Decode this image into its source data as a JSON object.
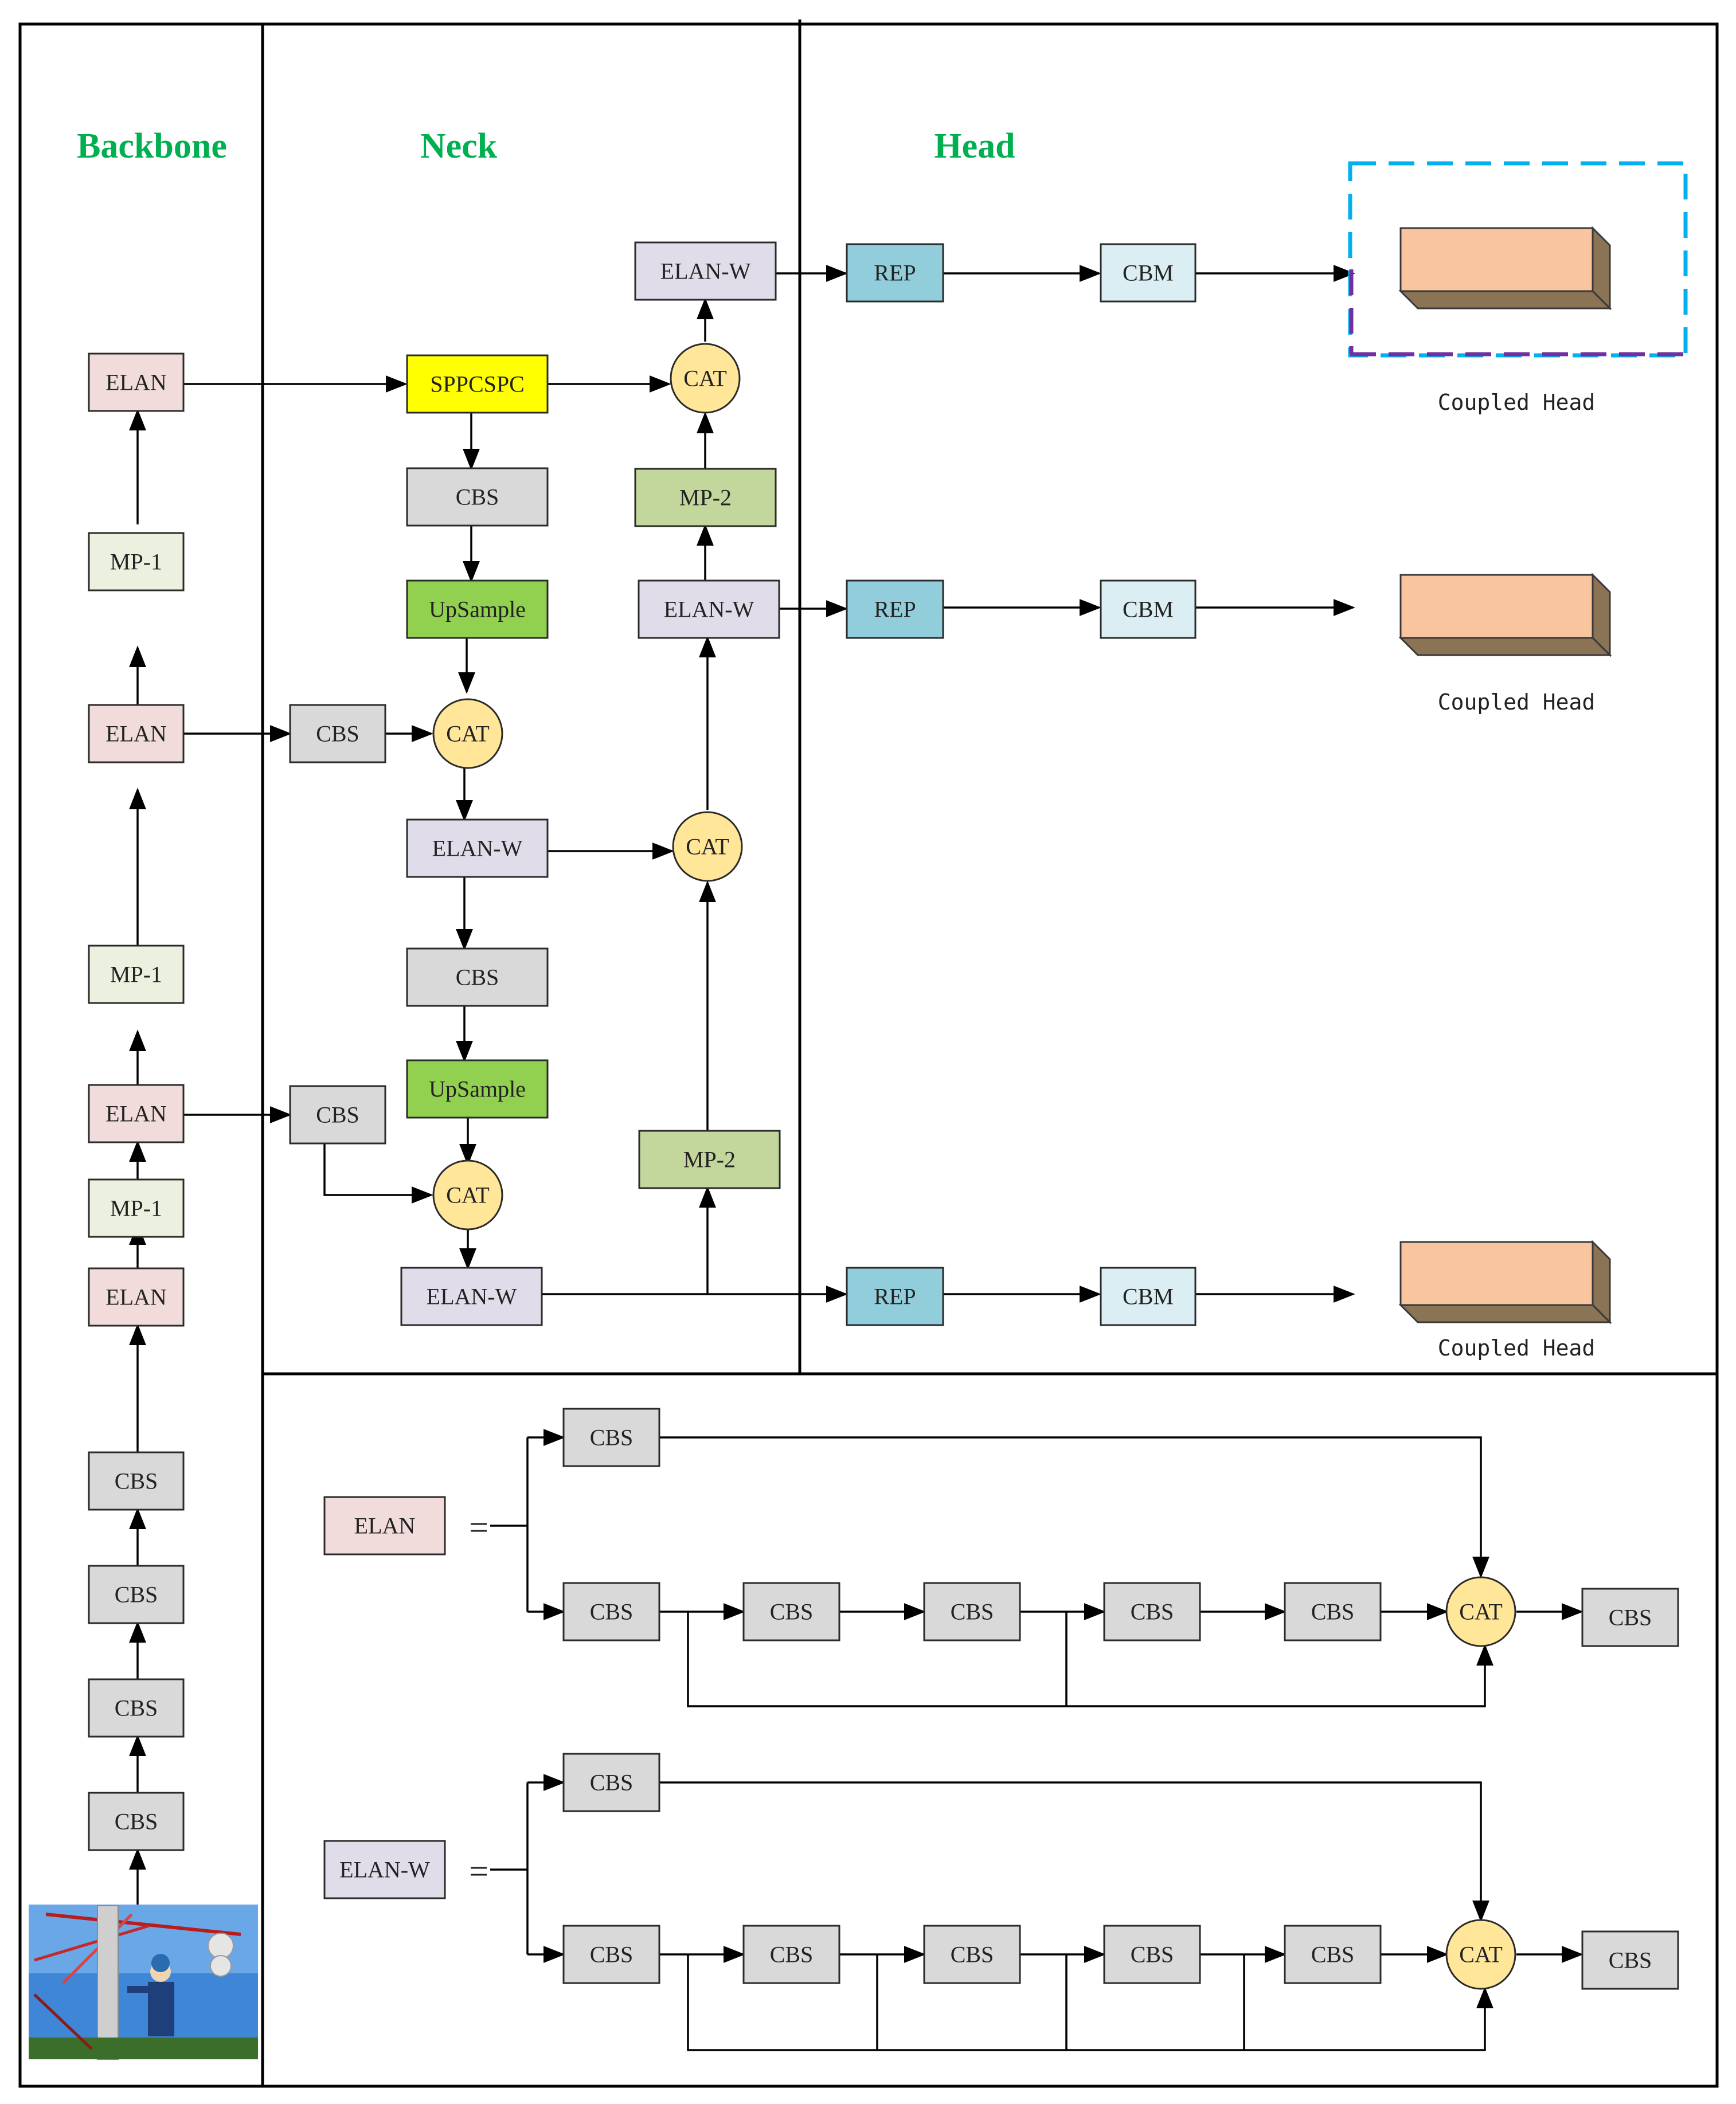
{
  "colors": {
    "section_title": "#00b050",
    "elan": "#f2dcdb",
    "mp1": "#ebf1de",
    "cbs": "#d9d9d9",
    "elanw": "#e0dcea",
    "sppcspc": "#ffff00",
    "upsample": "#92d050",
    "mp2": "#c3d69b",
    "cat": "#ffe699",
    "rep": "#92cddc",
    "cbm": "#dbeef4",
    "head_front": "#f8c59f",
    "head_side": "#8b7355",
    "highlight_outer": "#00b0f0",
    "highlight_inner": "#7030a0"
  },
  "sections": {
    "backbone": "Backbone",
    "neck": "Neck",
    "head": "Head"
  },
  "labels": {
    "elan": "ELAN",
    "mp1": "MP-1",
    "cbs": "CBS",
    "elanw": "ELAN-W",
    "sppcspc": "SPPCSPC",
    "upsample": "UpSample",
    "mp2": "MP-2",
    "cat": "CAT",
    "rep": "REP",
    "cbm": "CBM",
    "coupled_head": "Coupled Head",
    "equals": "="
  },
  "input_image": {
    "icon": "photo-power-line-worker-icon"
  }
}
